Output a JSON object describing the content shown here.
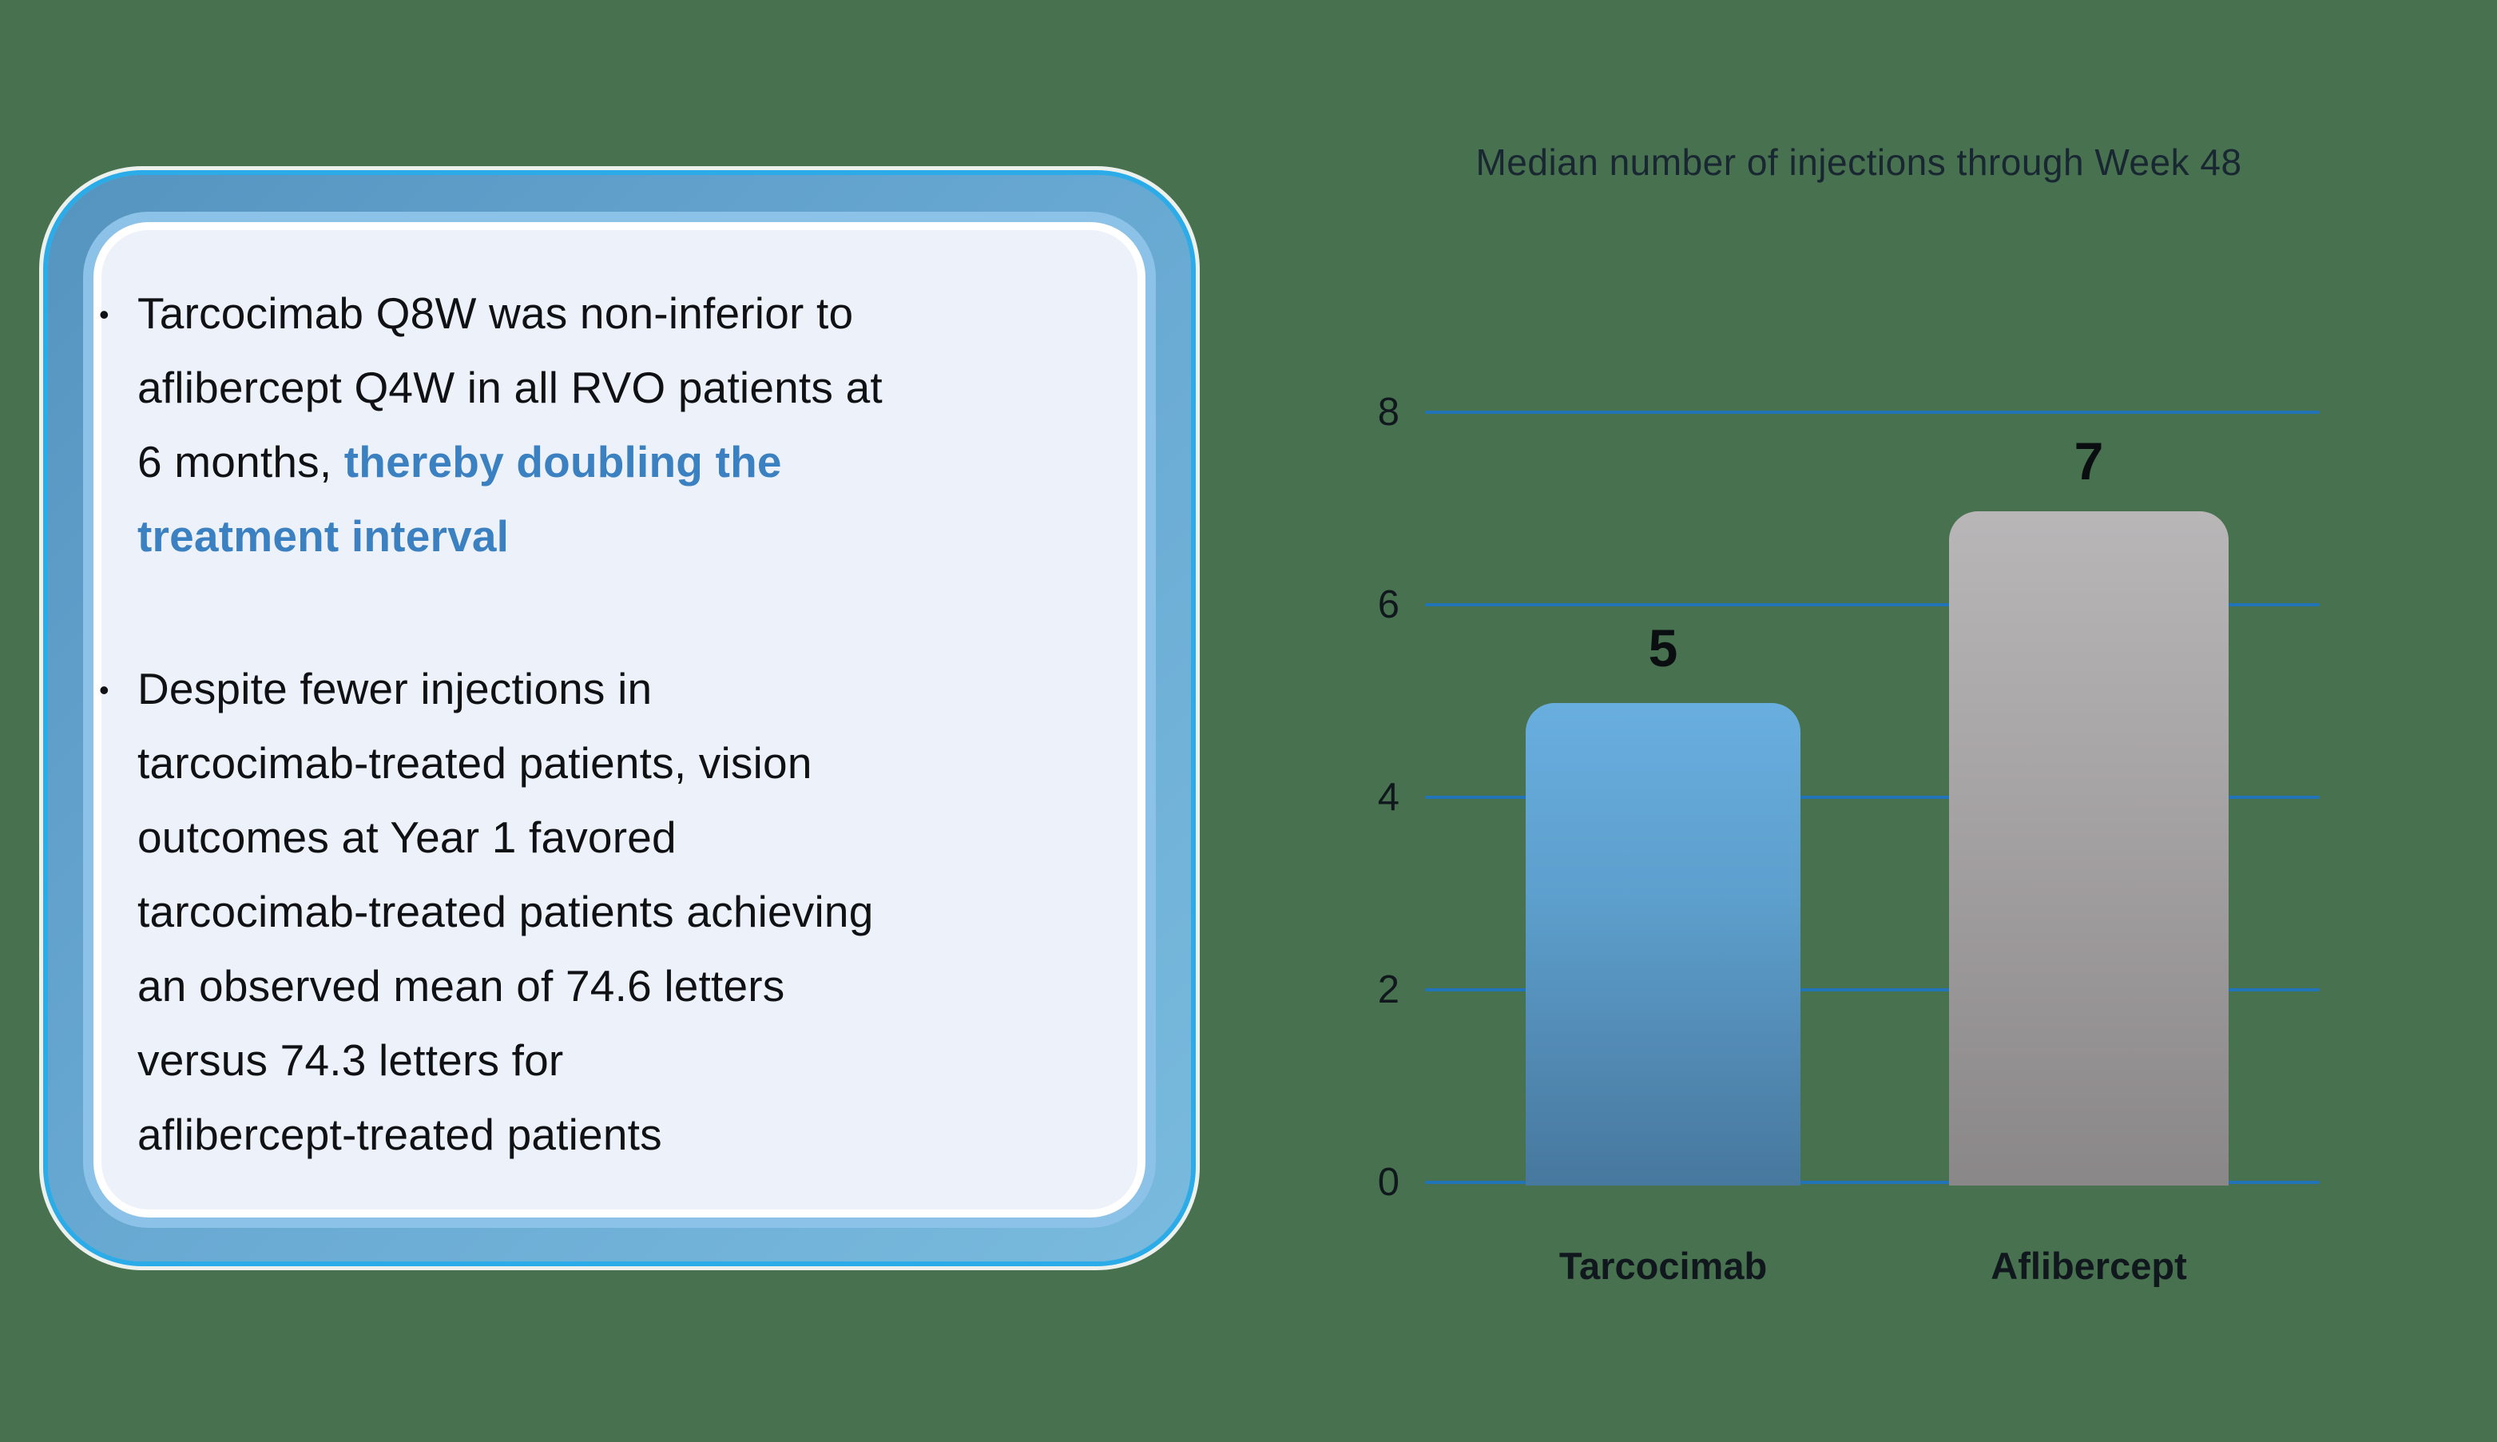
{
  "background_color": "#48714F",
  "card": {
    "fill_color": "#edf2fa",
    "border_outer_color": "#2bace9",
    "border_band_color": "#5e9dc8",
    "border_inner_color": "#8cc2e7",
    "highlight_color": "#3b80c1",
    "bullet_char": "•",
    "bullet1": {
      "line1": "Tarcocimab Q8W was non-inferior to",
      "line2": "aflibercept Q4W in all RVO patients at",
      "line3_normal": "6 months, ",
      "line3_highlight": "thereby doubling the",
      "line4_highlight": "treatment interval"
    },
    "bullet2": {
      "line1": "Despite fewer injections in",
      "line2": "tarcocimab-treated patients, vision",
      "line3": "outcomes at Year 1 favored",
      "line4": "tarcocimab-treated patients achieving",
      "line5": "an observed mean of 74.6 letters",
      "line6": "versus 74.3 letters for",
      "line7": "aflibercept-treated patients"
    }
  },
  "chart_data": {
    "type": "bar",
    "title": "Median number of injections through Week 48",
    "categories": [
      "Tarcocimab",
      "Aflibercept"
    ],
    "values": [
      5,
      7
    ],
    "yticks": [
      8,
      6,
      4,
      2,
      0
    ],
    "ylim": [
      0,
      8
    ],
    "grid": true,
    "legend_position": "none",
    "gridline_color": "#1e74c0",
    "bar_colors": [
      {
        "name": "tarcocimab-blue",
        "top": "#68aedf",
        "bottom": "#47789e"
      },
      {
        "name": "aflibercept-gray",
        "top": "#b8b6b7",
        "bottom": "#8a8788"
      }
    ]
  }
}
